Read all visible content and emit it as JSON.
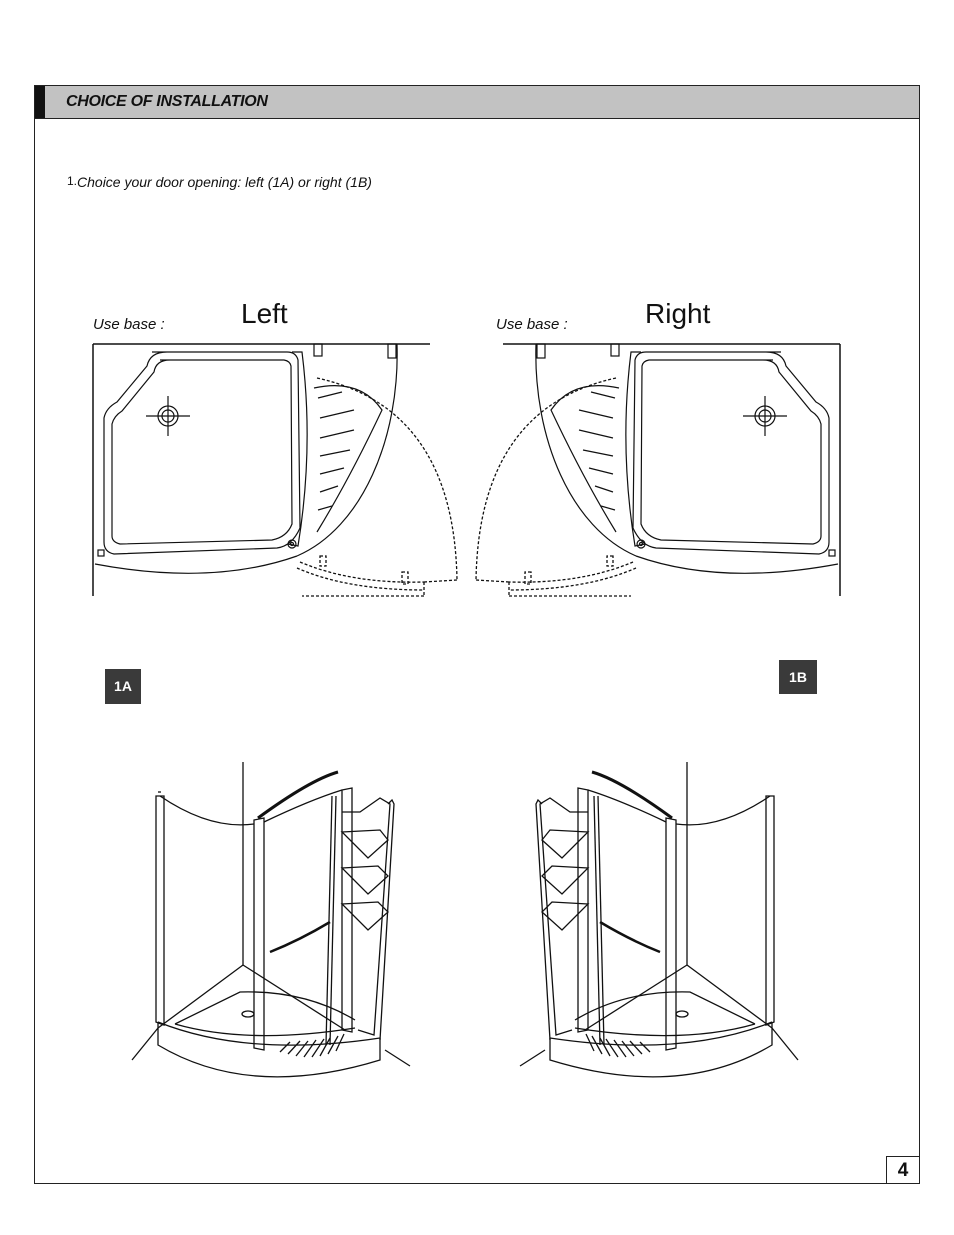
{
  "header": {
    "title": "CHOICE OF INSTALLATION"
  },
  "step": {
    "number": "1.",
    "text": "Choice your door opening: left (1A) or right (1B)"
  },
  "left_plan": {
    "use_base_label": "Use base :",
    "side_label": "Left"
  },
  "right_plan": {
    "use_base_label": "Use base :",
    "side_label": "Right"
  },
  "badges": {
    "a": "1A",
    "b": "1B"
  },
  "page_number": "4"
}
